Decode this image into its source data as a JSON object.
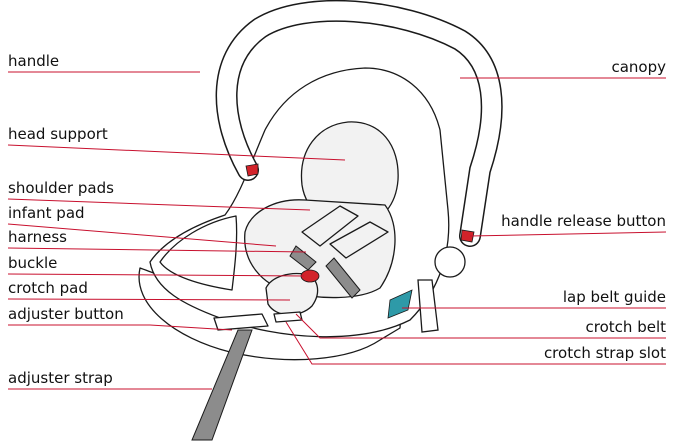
{
  "diagram": {
    "colors": {
      "leader_line": "#c8102e",
      "outline": "#1a1a1a",
      "strap": "#8c8c8c",
      "accent_red": "#d2232a",
      "accent_teal": "#2e9aa8",
      "padding": "#f2f2f2"
    },
    "labels_left": [
      {
        "key": "handle",
        "text": "handle"
      },
      {
        "key": "head-support",
        "text": "head support"
      },
      {
        "key": "shoulder-pads",
        "text": "shoulder pads"
      },
      {
        "key": "infant-pad",
        "text": "infant pad"
      },
      {
        "key": "harness",
        "text": "harness"
      },
      {
        "key": "buckle",
        "text": "buckle"
      },
      {
        "key": "crotch-pad",
        "text": "crotch pad"
      },
      {
        "key": "adjuster-button",
        "text": "adjuster button"
      },
      {
        "key": "adjuster-strap",
        "text": "adjuster strap"
      }
    ],
    "labels_right": [
      {
        "key": "canopy",
        "text": "canopy"
      },
      {
        "key": "handle-release-button",
        "text": "handle release button"
      },
      {
        "key": "lap-belt-guide",
        "text": "lap belt guide"
      },
      {
        "key": "crotch-belt",
        "text": "crotch belt"
      },
      {
        "key": "crotch-strap-slot",
        "text": "crotch strap slot"
      }
    ]
  }
}
